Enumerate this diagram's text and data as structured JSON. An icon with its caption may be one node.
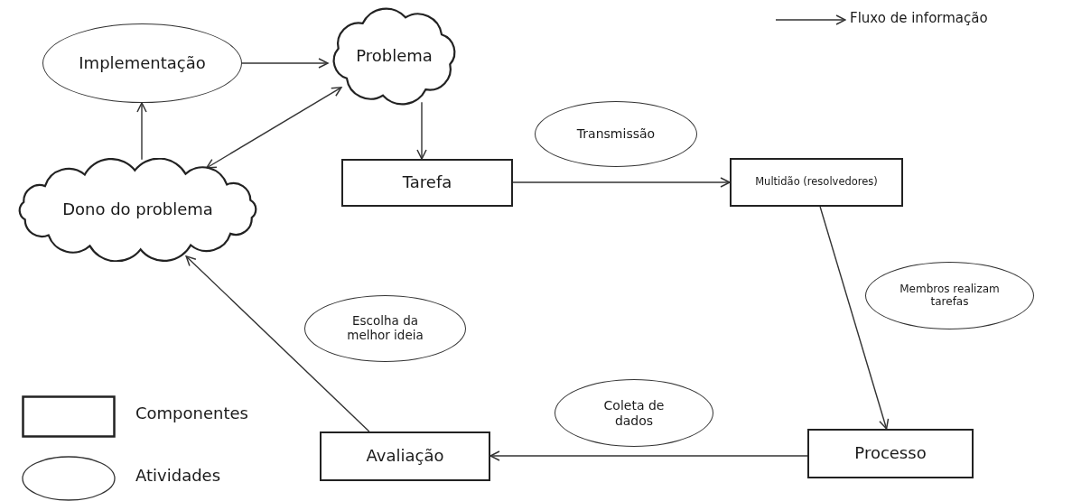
{
  "diagram": {
    "nodes": [
      {
        "text": [
          "Implementação"
        ]
      },
      {
        "text": [
          "Problema"
        ]
      },
      {
        "text": [
          "Dono do problema"
        ]
      },
      {
        "text": [
          "Tarefa"
        ]
      },
      {
        "text": [
          "Transmissão"
        ]
      },
      {
        "text": [
          "Multidão (resolvedores)"
        ]
      },
      {
        "text": [
          "Membros realizam tarefas"
        ]
      },
      {
        "text": [
          "Escolha da melhor ideia"
        ]
      },
      {
        "text": [
          "Coleta de dados"
        ]
      },
      {
        "text": [
          "Processo"
        ]
      },
      {
        "text": [
          "Avaliação"
        ]
      }
    ],
    "edges": [
      {
        "from": 0,
        "to": 1,
        "arrow": "to"
      },
      {
        "from": 2,
        "to": 0,
        "arrow": "to"
      },
      {
        "from": 2,
        "to": 1,
        "arrow": "both"
      },
      {
        "from": 1,
        "to": 3,
        "arrow": "to"
      },
      {
        "from": 3,
        "to": 5,
        "arrow": "to"
      },
      {
        "from": 5,
        "to": 9,
        "arrow": "to"
      },
      {
        "from": 9,
        "to": 10,
        "arrow": "to"
      },
      {
        "from": 10,
        "to": 2,
        "arrow": "to"
      }
    ],
    "legend": [
      {
        "text": "Fluxo de informação"
      },
      {
        "text": "Componentes"
      },
      {
        "text": "Atividades"
      }
    ]
  }
}
